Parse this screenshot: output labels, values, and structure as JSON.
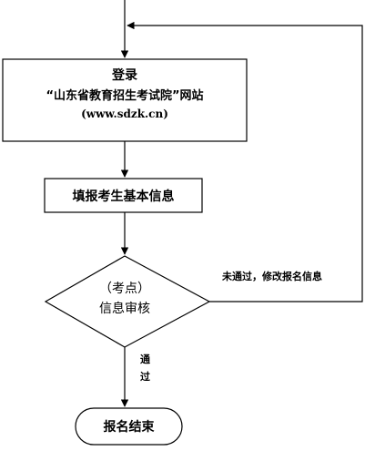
{
  "flow": {
    "login_box": {
      "line1": "登录",
      "line2": "“山东省教育招生考试院”网站",
      "line3": "(www.sdzk.cn)"
    },
    "fill_box": {
      "label": "填报考生基本信息"
    },
    "review_diamond": {
      "line1": "（考点）",
      "line2": "信息审核"
    },
    "fail_label": "未通过，修改报名信息",
    "pass_label": {
      "char1": "通",
      "char2": "过"
    },
    "end_node": {
      "label": "报名结束"
    }
  }
}
